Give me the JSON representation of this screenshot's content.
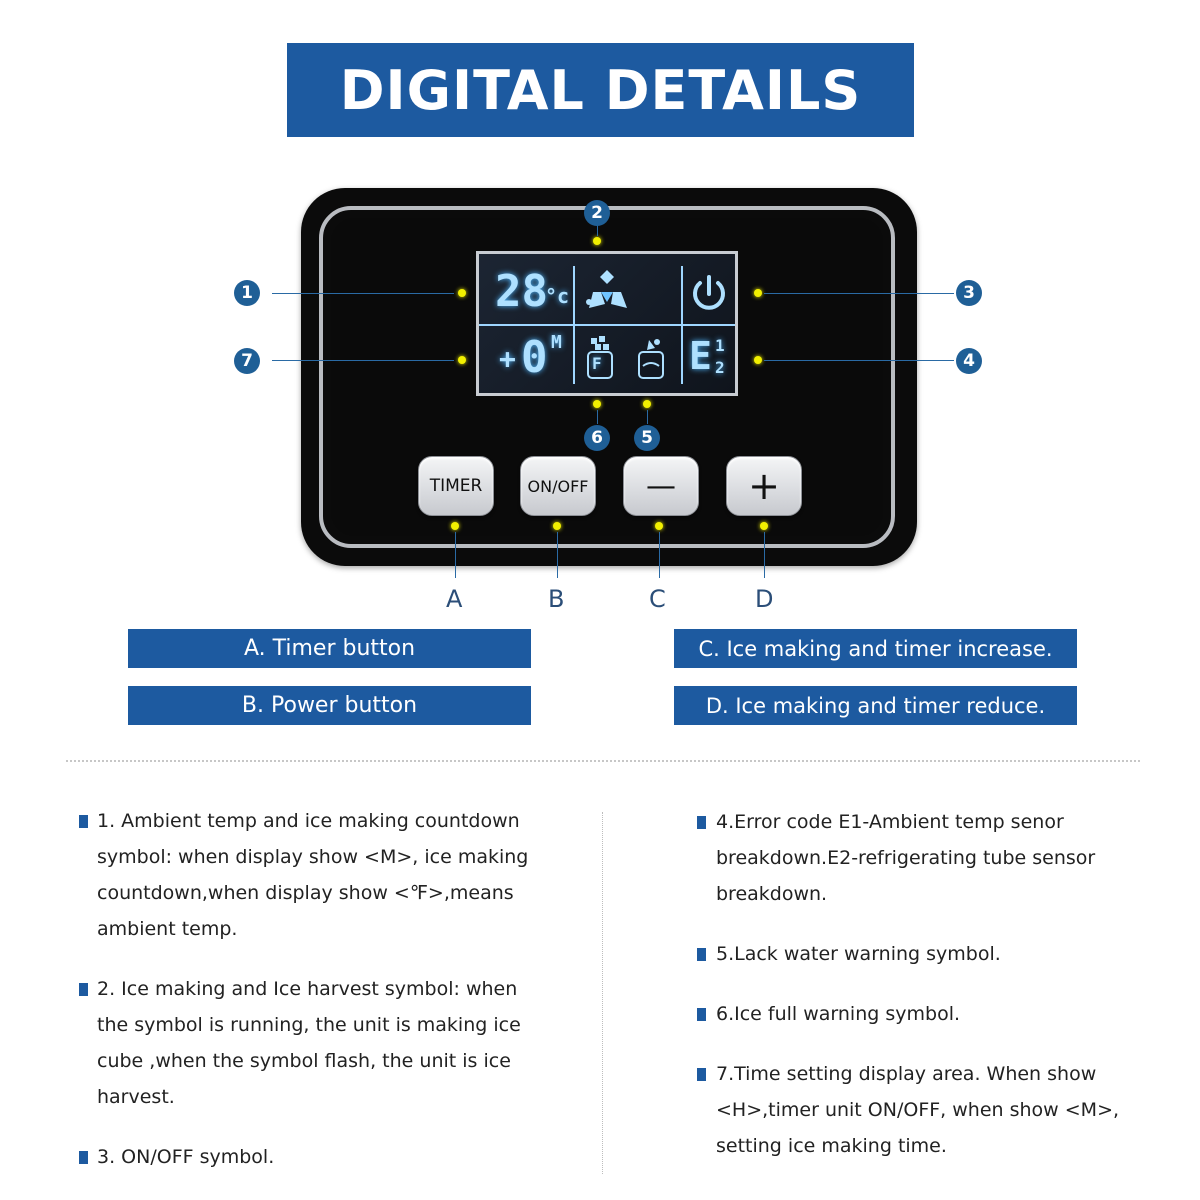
{
  "title": "DIGITAL DETAILS",
  "lcd": {
    "temp_value": "28",
    "temp_unit": "°c",
    "time_prefix": "+",
    "time_value": "0",
    "time_unit": "M",
    "ice_full_letter": "F",
    "error_e": "E",
    "error_1": "1",
    "error_2": "2"
  },
  "buttons": {
    "timer": "TIMER",
    "onoff": "ON/OFF",
    "minus": "—",
    "plus": "+"
  },
  "markers": [
    "1",
    "2",
    "3",
    "4",
    "5",
    "6",
    "7"
  ],
  "letters": [
    "A",
    "B",
    "C",
    "D"
  ],
  "labels": {
    "a": "A. Timer button",
    "b": "B. Power button",
    "c": "C. Ice making and timer increase.",
    "d": "D. Ice making and timer reduce."
  },
  "descriptions": {
    "d1": [
      "1. Ambient temp and ice making countdown",
      "symbol: when display show <M>, ice making",
      "countdown,when display show <℉>,means",
      "ambient temp."
    ],
    "d2": [
      "2. Ice making and Ice harvest symbol: when",
      "the symbol is running, the unit is making ice",
      "cube ,when the symbol flash, the unit is ice",
      "harvest."
    ],
    "d3": [
      "3. ON/OFF symbol."
    ],
    "d4": [
      "4.Error code E1-Ambient temp senor",
      "breakdown.E2-refrigerating tube sensor",
      "breakdown."
    ],
    "d5": [
      "5.Lack water warning symbol."
    ],
    "d6": [
      "6.Ice full warning symbol."
    ],
    "d7": [
      "7.Time setting display area. When show",
      "<H>,timer unit ON/OFF, when show <M>,",
      "setting ice making time."
    ]
  },
  "colors": {
    "brand_blue": "#1d5aa0",
    "indicator_yellow": "#f2f000",
    "lcd_cyan": "#aee0ff"
  }
}
